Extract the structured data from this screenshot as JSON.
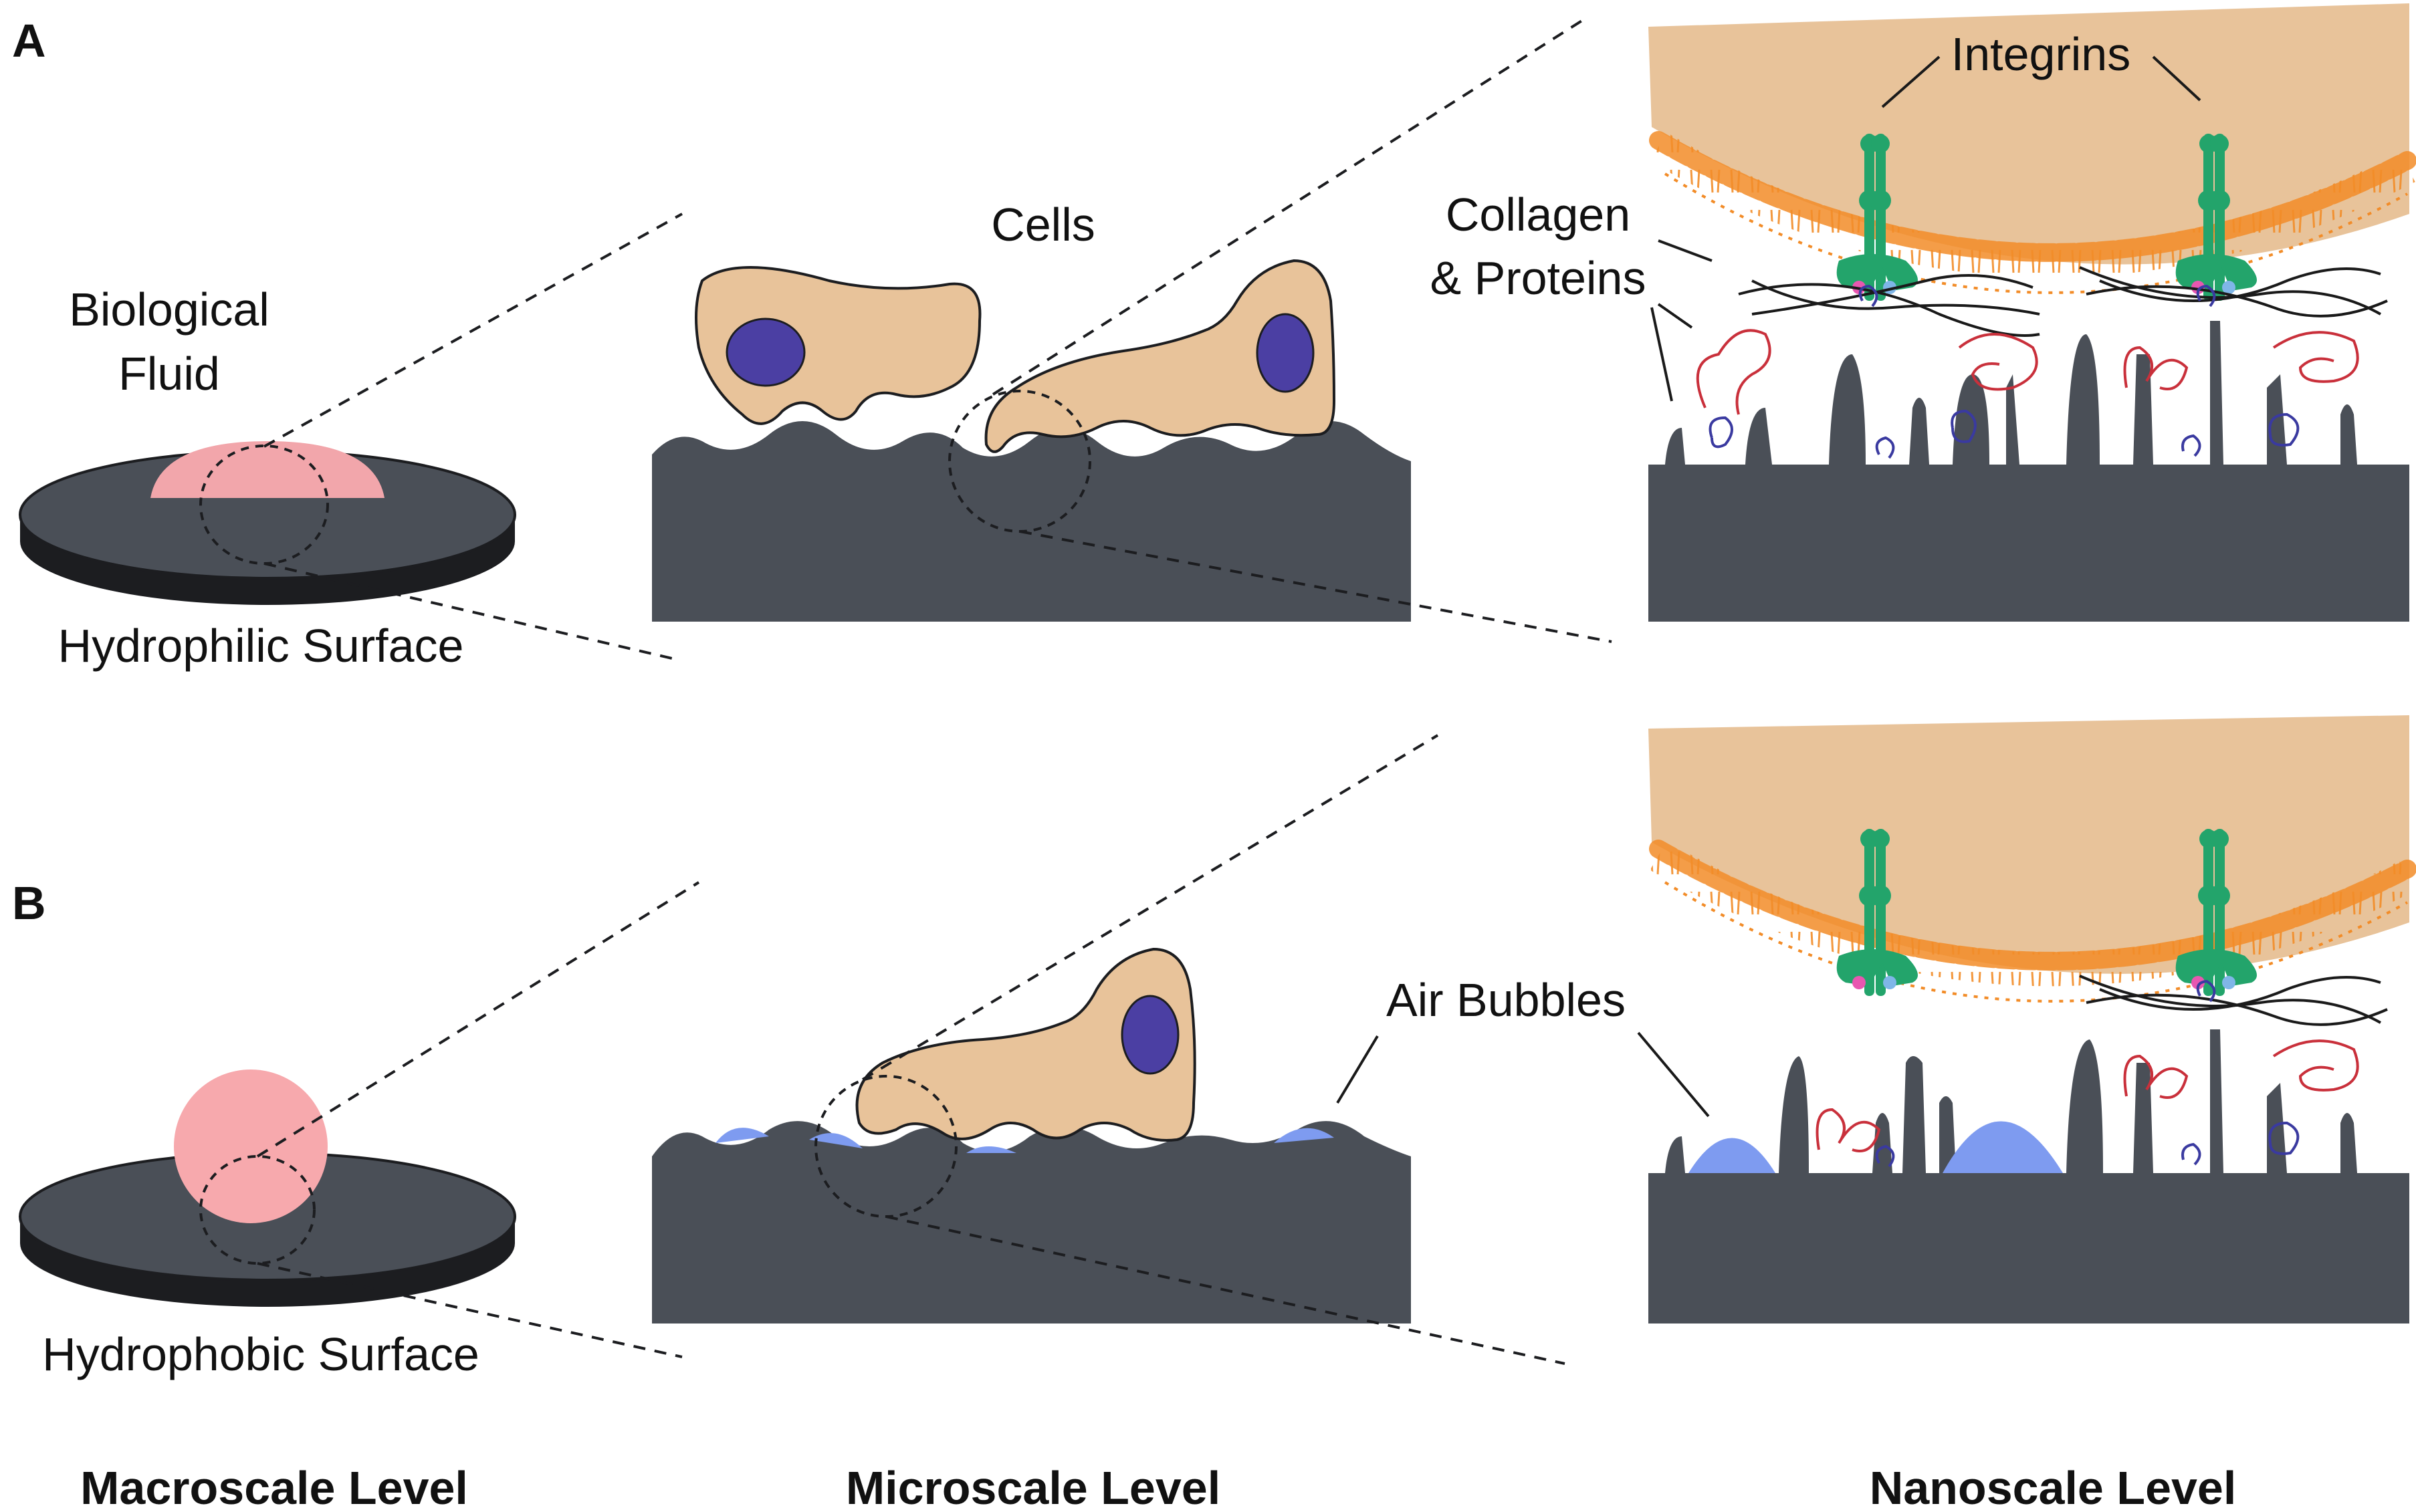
{
  "panels": {
    "a": {
      "letter": "A",
      "biological_fluid_line1": "Biological",
      "biological_fluid_line2": "Fluid",
      "surface_label": "Hydrophilic Surface"
    },
    "b": {
      "letter": "B",
      "surface_label": "Hydrophobic Surface"
    }
  },
  "labels": {
    "cells": "Cells",
    "integrins": "Integrins",
    "collagen_line1": "Collagen",
    "collagen_line2": "& Proteins",
    "air_bubbles": "Air Bubbles"
  },
  "levels": {
    "macro": "Macroscale Level",
    "micro": "Microscale Level",
    "nano": "Nanoscale Level"
  },
  "colors": {
    "substrate": "#4a4f57",
    "disc_side": "#1c1d20",
    "cell": "#e8c39a",
    "nucleus": "#4b3fa3",
    "fluid": "#f2a6ab",
    "droplet": "#f7a9ad",
    "air_bubble": "#7e9bf0",
    "lipid": "#f28c28",
    "integrin": "#23a46b",
    "collagen": "#1a1a1a",
    "protein_red": "#c9303b",
    "protein_blue": "#3a3aa0"
  }
}
